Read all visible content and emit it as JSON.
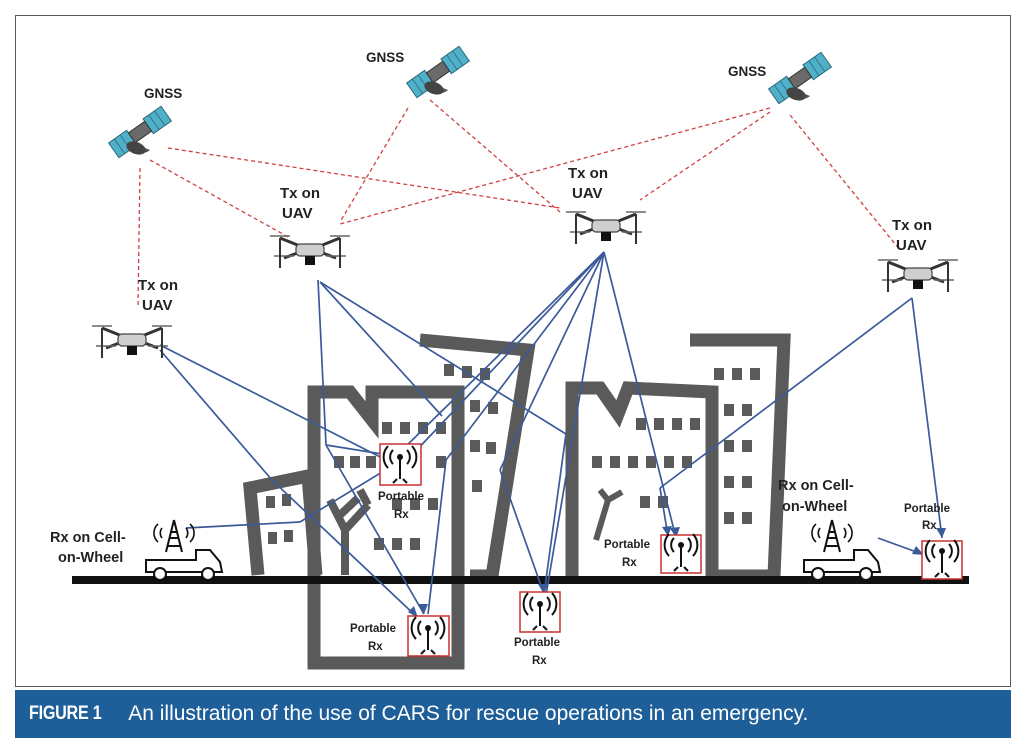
{
  "figure": {
    "caption_label": "FIGURE 1",
    "caption_text": "An illustration of the use of CARS for rescue operations in an emergency."
  },
  "labels": {
    "gnss": "GNSS",
    "tx_line1": "Tx on",
    "tx_line2": "UAV",
    "rx_cow_left_line1": "Rx on Cell-",
    "rx_cow_left_line2": "on-Wheel",
    "rx_cow_right_line1": "Rx on Cell-",
    "rx_cow_right_line2": "on-Wheel",
    "portable_line1": "Portable",
    "portable_line2": "Rx"
  },
  "colors": {
    "building": "#5a5a5a",
    "link_line": "#3a5a9a",
    "gnss_dashed": "#d04040",
    "rx_box_border": "#c83030",
    "caption_bar": "#1e5f9a",
    "ground": "#111111"
  },
  "icons": {
    "satellite": "satellite-icon",
    "drone": "drone-icon",
    "antenna": "antenna-icon",
    "truck": "truck-icon"
  }
}
